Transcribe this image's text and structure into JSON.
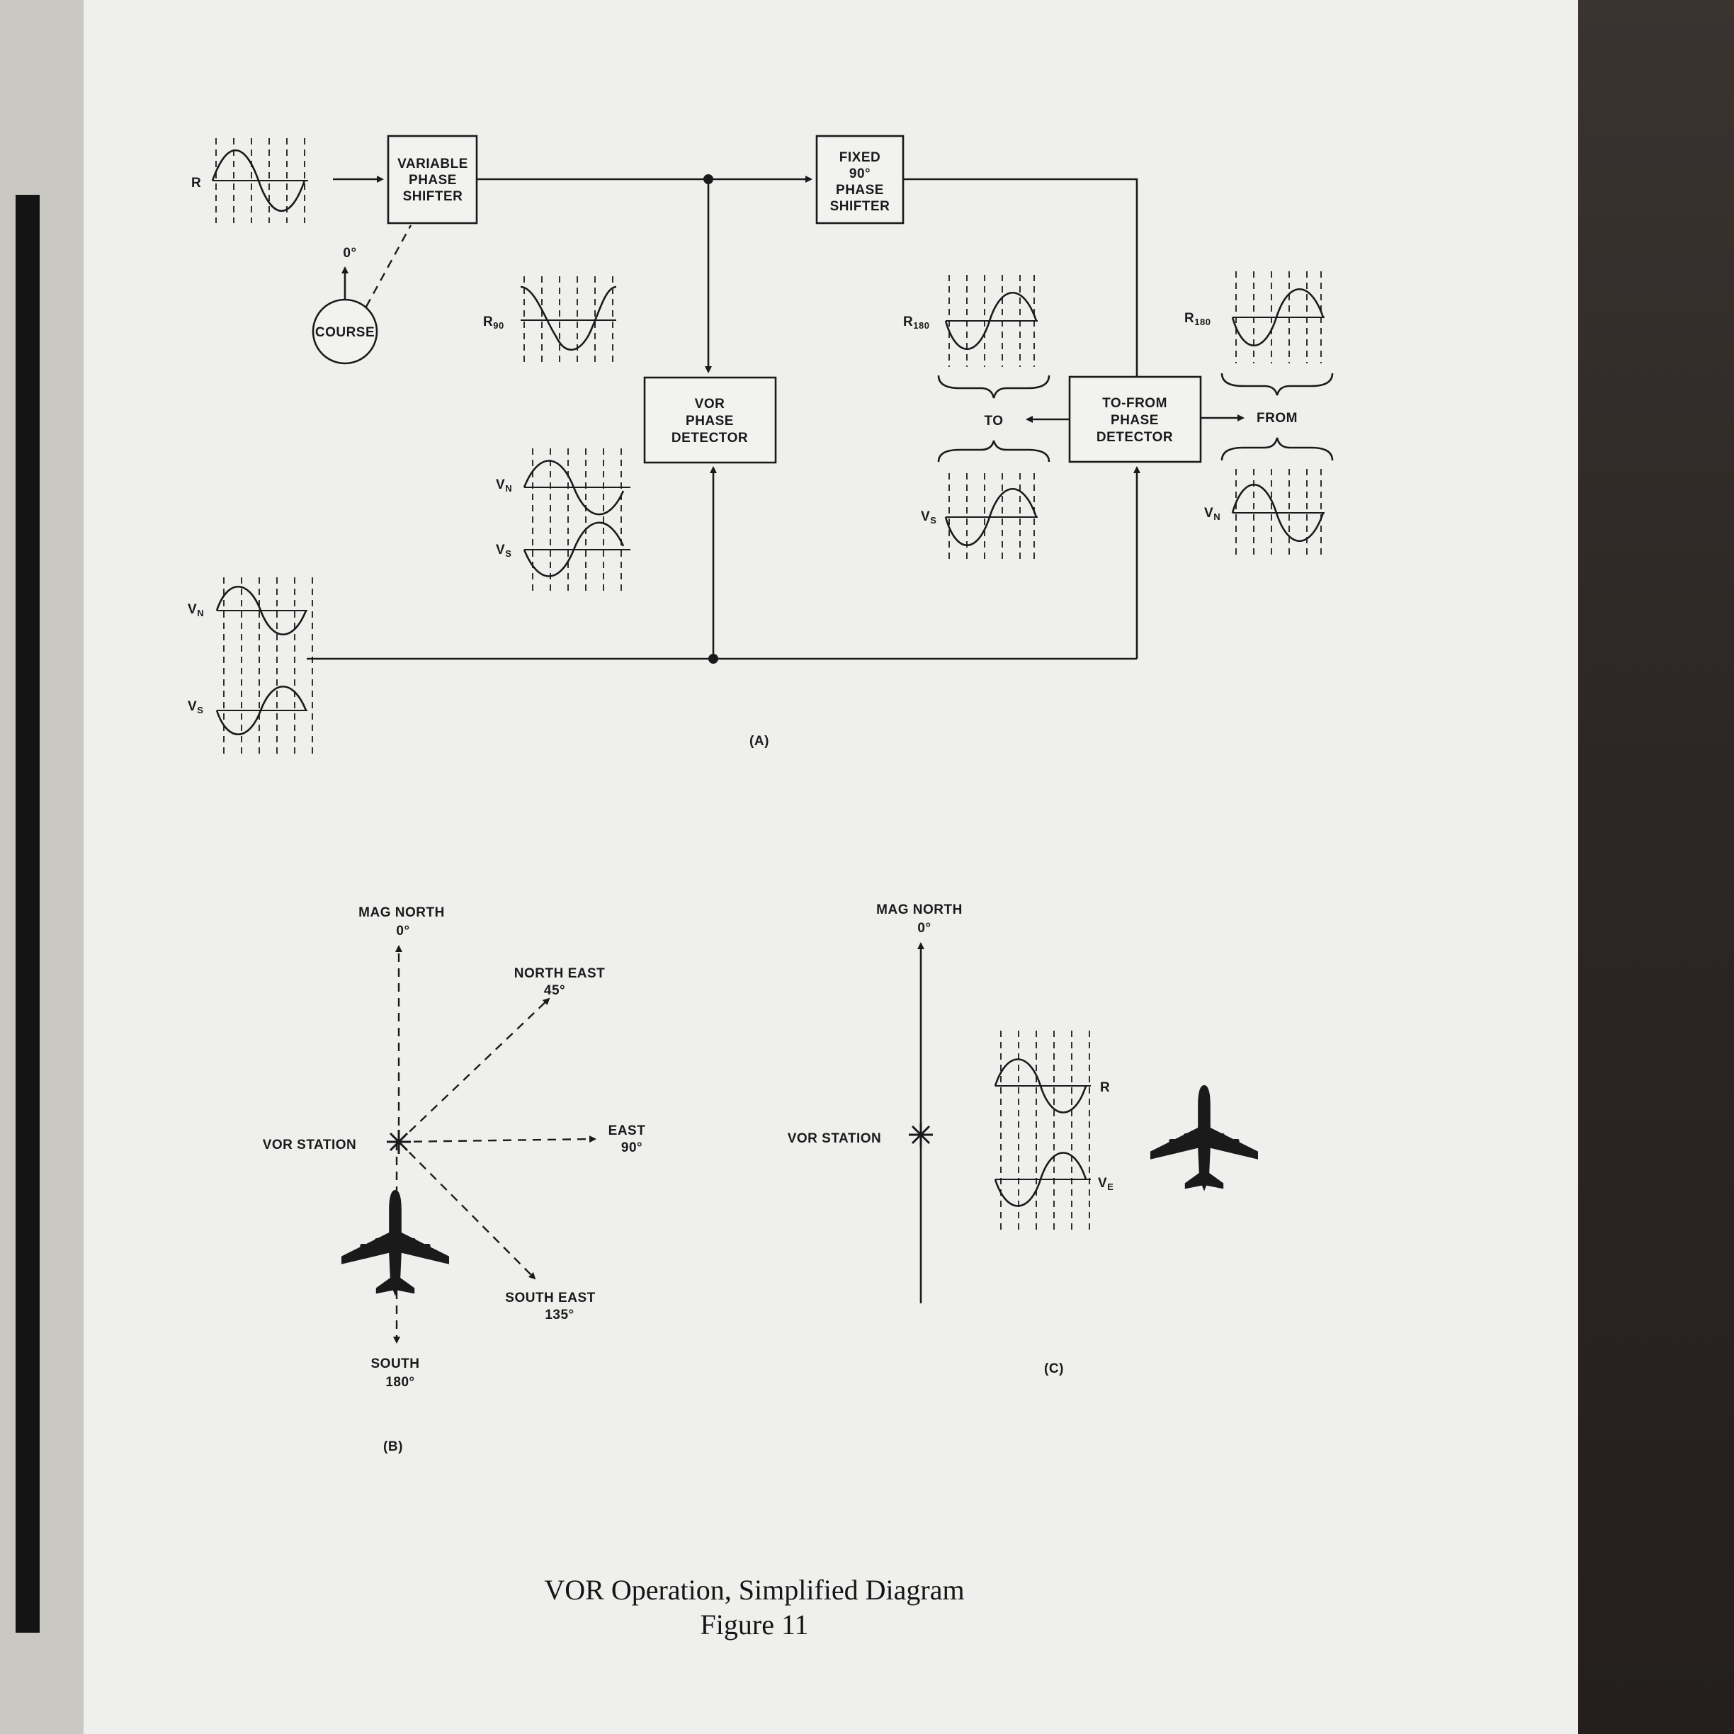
{
  "figure": {
    "caption_line1": "VOR Operation, Simplified Diagram",
    "caption_line2": "Figure 11"
  },
  "panel_a": {
    "label": "(A)",
    "blocks": {
      "variable_phase_shifter": [
        "VARIABLE",
        "PHASE",
        "SHIFTER"
      ],
      "fixed_phase_shifter": [
        "FIXED",
        "90°",
        "PHASE",
        "SHIFTER"
      ],
      "vor_phase_detector": [
        "VOR",
        "PHASE",
        "DETECTOR"
      ],
      "to_from_phase_detector": [
        "TO-FROM",
        "PHASE",
        "DETECTOR"
      ]
    },
    "course_knob": "COURSE",
    "course_angle": "0°",
    "outputs": {
      "to": "TO",
      "from": "FROM"
    },
    "signals": {
      "r": "R",
      "r90": {
        "main": "R",
        "sub": "90"
      },
      "r180_a": {
        "main": "R",
        "sub": "180"
      },
      "r180_b": {
        "main": "R",
        "sub": "180"
      },
      "vn_a": {
        "main": "V",
        "sub": "N"
      },
      "vs_a": {
        "main": "V",
        "sub": "S"
      },
      "vn_b": {
        "main": "V",
        "sub": "N"
      },
      "vs_b": {
        "main": "V",
        "sub": "S"
      },
      "vs_c": {
        "main": "V",
        "sub": "S"
      },
      "vn_c": {
        "main": "V",
        "sub": "N"
      }
    }
  },
  "panel_b": {
    "label": "(B)",
    "mag_north": [
      "MAG NORTH",
      "0°"
    ],
    "north_east": [
      "NORTH EAST",
      "45°"
    ],
    "east": [
      "EAST",
      "90°"
    ],
    "south_east": [
      "SOUTH EAST",
      "135°"
    ],
    "south": [
      "SOUTH",
      "180°"
    ],
    "station": "VOR STATION"
  },
  "panel_c": {
    "label": "(C)",
    "mag_north": [
      "MAG NORTH",
      "0°"
    ],
    "station": "VOR STATION",
    "signal_r": "R",
    "signal_ve": {
      "main": "V",
      "sub": "E"
    }
  },
  "colors": {
    "paper": "#efefed",
    "ink": "#1a1a1a"
  }
}
